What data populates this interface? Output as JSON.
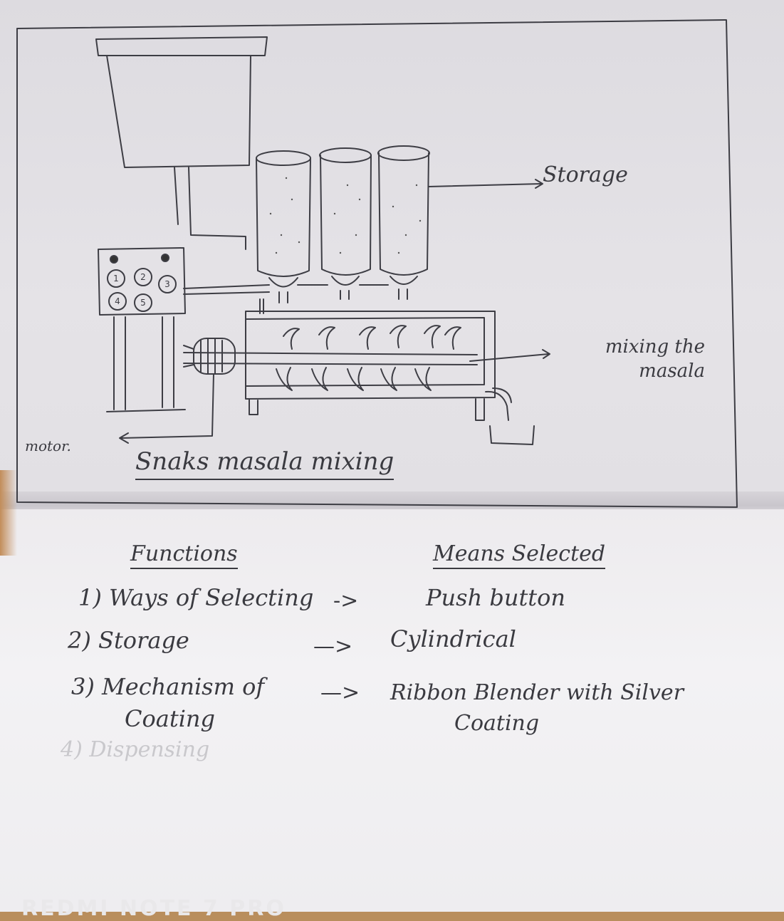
{
  "diagram": {
    "labels": {
      "storage": "Storage",
      "mixing": "mixing the masala",
      "motor": "motor.",
      "title": "Snaks masala mixing"
    },
    "buttons": [
      "1",
      "2",
      "3",
      "4",
      "5"
    ]
  },
  "table": {
    "headers": {
      "functions": "Functions",
      "means": "Means Selected"
    },
    "rows": [
      {
        "function": "1) Ways of Selecting",
        "arrow": "->",
        "means": "Push button"
      },
      {
        "function": "2) Storage",
        "arrow": "—>",
        "means": "Cylindrical"
      },
      {
        "function": "3) Mechanism of",
        "function_cont": "Coating",
        "arrow": "—>",
        "means": "Ribbon Blender with Silver",
        "means_cont": "Coating"
      },
      {
        "function": "4) Dispensing"
      }
    ]
  },
  "watermark": "REDMI NOTE 7 PRO",
  "colors": {
    "pencil": "#3a3a40",
    "paper": "#e4e2e6",
    "table_wood": "#b98e5d"
  }
}
